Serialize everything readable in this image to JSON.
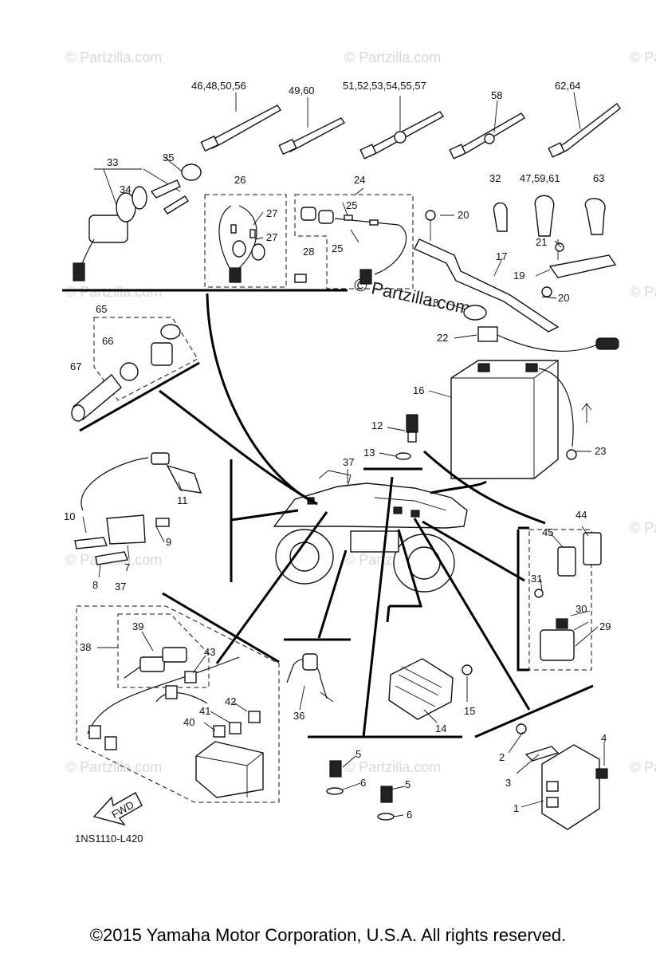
{
  "diagram_code": "1NS1110-L420",
  "watermark": "© Partzilla.com",
  "copyright": "©2015  Yamaha Motor Corporation, U.S.A. All rights reserved.",
  "fwd_label": "FWD",
  "callouts": {
    "c46": "46,48,50,56",
    "c49": "49,60",
    "c51": "51,52,53,54,55,57",
    "c58": "58",
    "c62": "62,64",
    "c33": "33",
    "c34": "34",
    "c35": "35",
    "c26": "26",
    "c27a": "27",
    "c27b": "27",
    "c24": "24",
    "c25a": "25",
    "c25b": "25",
    "c28": "28",
    "c32": "32",
    "c47": "47,59,61",
    "c63": "63",
    "c20a": "20",
    "c21": "21",
    "c17": "17",
    "c19": "19",
    "c20b": "20",
    "c18": "18",
    "c22": "22",
    "c65": "65",
    "c66": "66",
    "c67": "67",
    "c16": "16",
    "c12": "12",
    "c13": "13",
    "c37a": "37",
    "c23": "23",
    "c11": "11",
    "c10": "10",
    "c9": "9",
    "c7": "7",
    "c8": "8",
    "c44": "44",
    "c45": "45",
    "c31": "31",
    "c30": "30",
    "c29": "29",
    "c37b": "37",
    "c38": "38",
    "c39": "39",
    "c43": "43",
    "c42": "42",
    "c41": "41",
    "c40": "40",
    "c36": "36",
    "c15": "15",
    "c14": "14",
    "c5a": "5",
    "c6a": "6",
    "c5b": "5",
    "c6b": "6",
    "c4": "4",
    "c2": "2",
    "c3": "3",
    "c1": "1"
  }
}
